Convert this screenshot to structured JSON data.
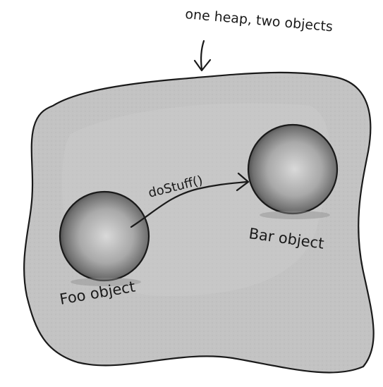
{
  "annotation": {
    "text": "one heap, two objects"
  },
  "objects": [
    {
      "label": "Foo object"
    },
    {
      "label": "Bar object"
    }
  ],
  "call": {
    "label": "doStuff()"
  },
  "colors": {
    "heap_fill": "#c4c4c4",
    "heap_outline": "#1a1a1a",
    "sphere_light": "#d6d6d6",
    "sphere_mid": "#9a9a9a",
    "sphere_dark": "#4a4a4a",
    "ink": "#1a1a1a"
  }
}
